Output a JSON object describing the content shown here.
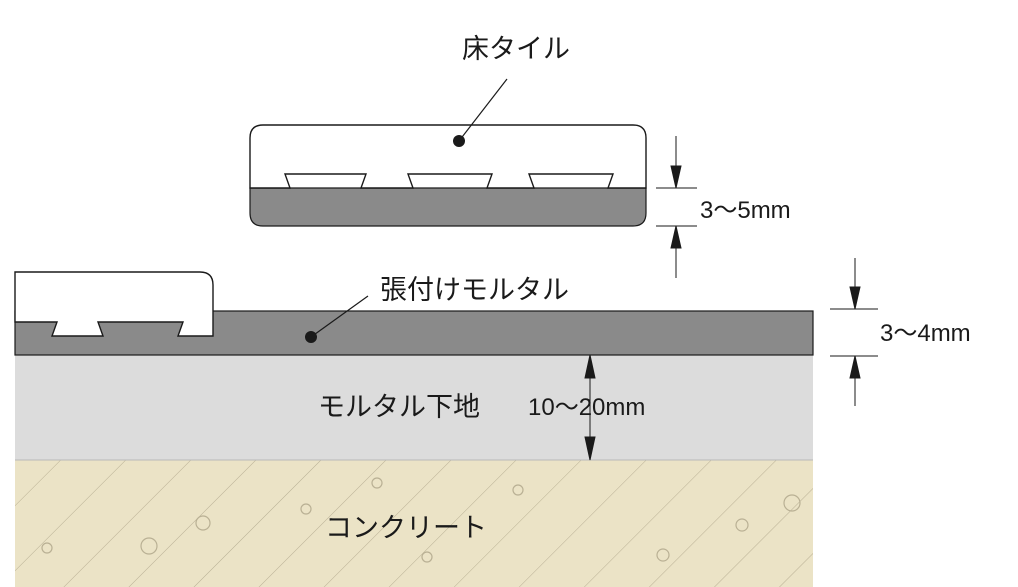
{
  "labels": {
    "floor_tile": "床タイル",
    "bonding_mortar": "張付けモルタル",
    "mortar_base": "モルタル下地",
    "concrete": "コンクリート"
  },
  "dimensions": {
    "tile_thickness": "3〜5mm",
    "bonding_mortar_thickness": "3〜4mm",
    "mortar_base_thickness": "10〜20mm"
  },
  "colors": {
    "tile": "#ffffff",
    "bonding_mortar": "#8a8a8a",
    "mortar_base": "#dcdcdc",
    "concrete": "#ebe3c6",
    "line": "#1a1a1a"
  }
}
